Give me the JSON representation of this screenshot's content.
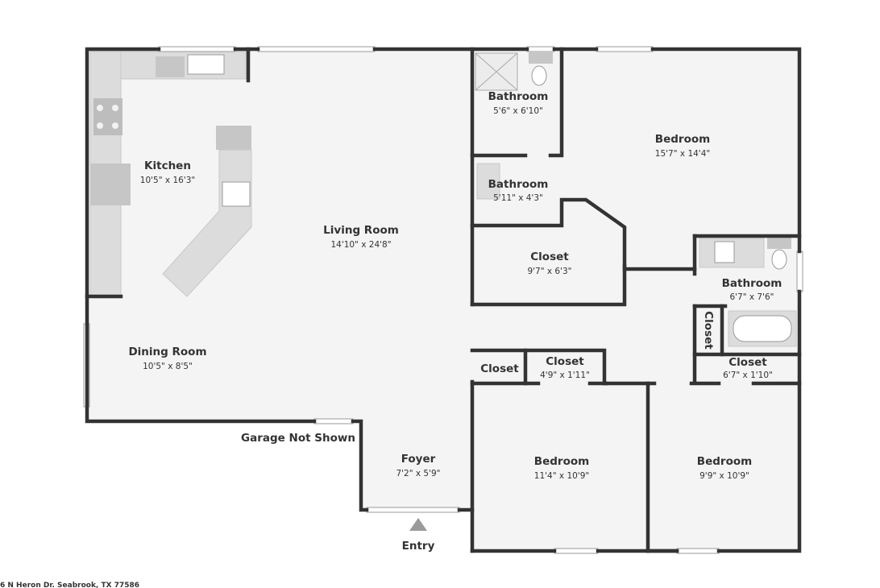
{
  "rooms": {
    "kitchen": {
      "name": "Kitchen",
      "dims": "10'5\" x 16'3\""
    },
    "living_room": {
      "name": "Living Room",
      "dims": "14'10\" x 24'8\""
    },
    "dining_room": {
      "name": "Dining Room",
      "dims": "10'5\" x 8'5\""
    },
    "bathroom_top": {
      "name": "Bathroom",
      "dims": "5'6\" x 6'10\""
    },
    "bathroom_mid": {
      "name": "Bathroom",
      "dims": "5'11\" x 4'3\""
    },
    "bedroom_master": {
      "name": "Bedroom",
      "dims": "15'7\" x 14'4\""
    },
    "closet_master": {
      "name": "Closet",
      "dims": "9'7\" x 6'3\""
    },
    "bathroom_right": {
      "name": "Bathroom",
      "dims": "6'7\" x 7'6\""
    },
    "closet_small_vertical": {
      "name": "Closet"
    },
    "closet_hall": {
      "name": "Closet"
    },
    "closet_bedroom2": {
      "name": "Closet",
      "dims": "4'9\" x 1'11\""
    },
    "closet_bedroom3": {
      "name": "Closet",
      "dims": "6'7\" x 1'10\""
    },
    "foyer": {
      "name": "Foyer",
      "dims": "7'2\" x 5'9\""
    },
    "bedroom_2": {
      "name": "Bedroom",
      "dims": "11'4\" x 10'9\""
    },
    "bedroom_3": {
      "name": "Bedroom",
      "dims": "9'9\" x 10'9\""
    }
  },
  "labels": {
    "garage": "Garage Not Shown",
    "entry": "Entry",
    "address": "6 N Heron Dr. Seabrook, TX 77586"
  },
  "colors": {
    "wall": "#333333",
    "floor": "#f4f4f4",
    "fixture": "#dcdcdc",
    "text": "#333333"
  }
}
